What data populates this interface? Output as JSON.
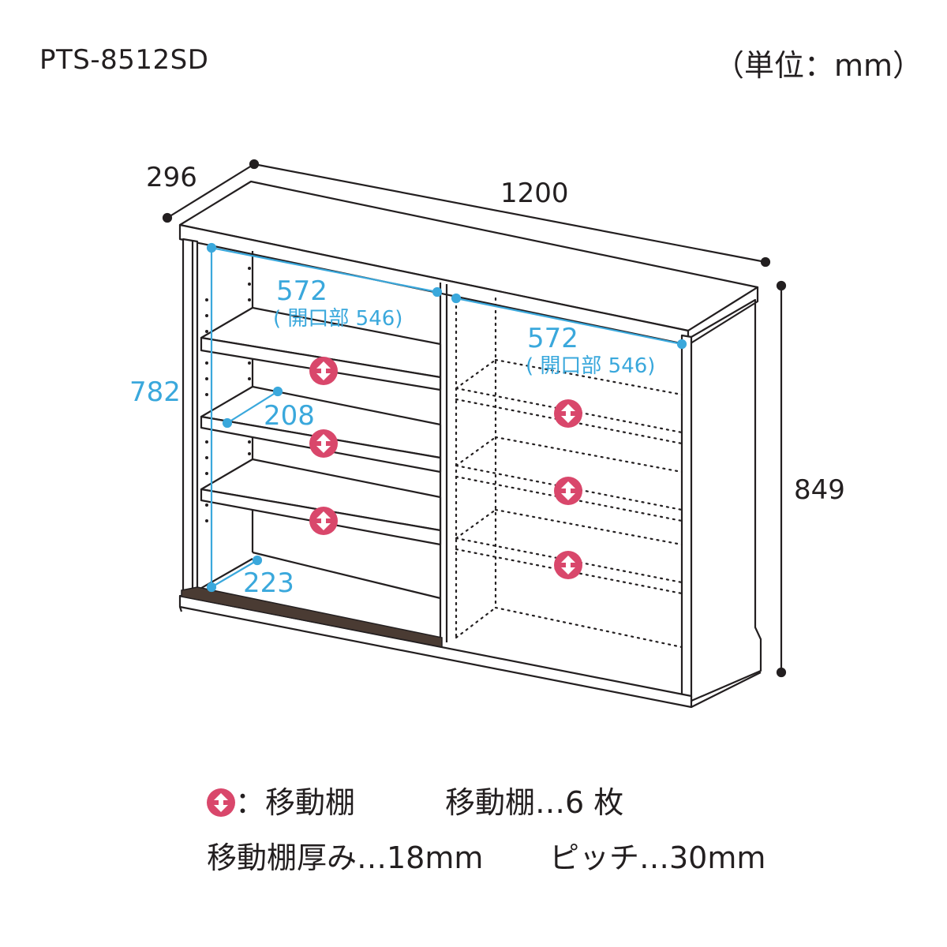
{
  "model": "PTS-8512SD",
  "unit_label": "（単位：mm）",
  "dimensions": {
    "depth": "296",
    "width": "1200",
    "height": "849",
    "inner_height": "782",
    "opening_left_width": "572",
    "opening_left_note": "( 開口部 546)",
    "opening_right_width": "572",
    "opening_right_note": "( 開口部 546)",
    "shelf_depth": "208",
    "bottom_depth": "223"
  },
  "legend": {
    "icon_meaning": "：移動棚",
    "shelf_count": "移動棚…6 枚",
    "shelf_thickness": "移動棚厚み…18mm",
    "pitch": "ピッチ…30mm"
  },
  "colors": {
    "line": "#231f20",
    "dimension_blue": "#3aa8dc",
    "movable_shelf_icon": "#d9476b",
    "rail": "#4a3b33"
  },
  "icons": {
    "movable_shelf": "up-down-arrow-circle-icon"
  }
}
